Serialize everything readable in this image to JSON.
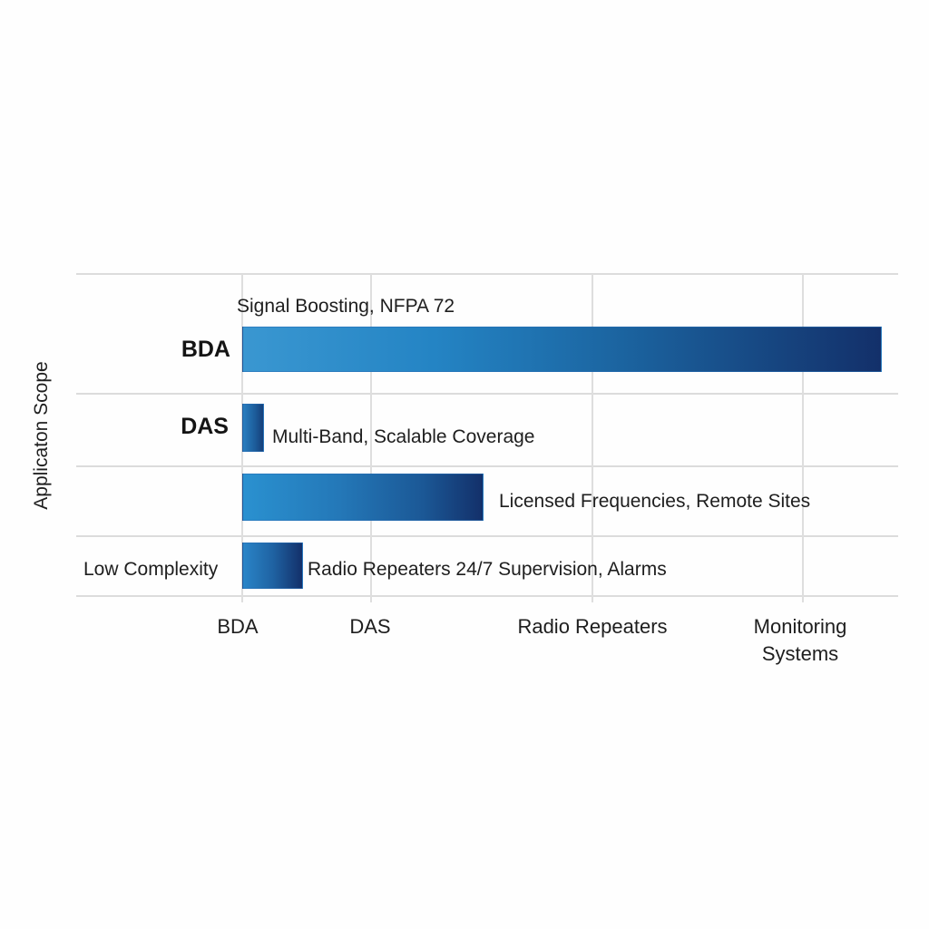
{
  "chart_data": {
    "type": "bar",
    "orientation": "horizontal",
    "title": "",
    "xlabel": "",
    "ylabel": "Applicaton Scope",
    "x_tick_labels": [
      "BDA",
      "DAS",
      "Radio Repeaters",
      "Monitoring Systems"
    ],
    "grid": true,
    "legend": null,
    "categories": [
      "BDA",
      "DAS",
      "Radio Repeaters",
      "Low Complexity"
    ],
    "values": [
      3.95,
      0.1,
      1.55,
      0.35
    ],
    "bars": [
      {
        "row_label": "BDA",
        "annotation": "Signal Boosting, NFPA 72",
        "relative_length": 1.0
      },
      {
        "row_label": "DAS",
        "annotation": "Multi-Band, Scalable Coverage",
        "relative_length": 0.033
      },
      {
        "row_label": "",
        "annotation": "Licensed Frequencies, Remote Sites",
        "relative_length": 0.376
      },
      {
        "row_label": "Low Complexity",
        "annotation": "Radio Repeaters  24/7 Supervision, Alarms",
        "relative_length": 0.094
      }
    ],
    "colors": {
      "bar_gradient_start": "#3a97d1",
      "bar_gradient_mid": "#1f6fae",
      "bar_gradient_end": "#13306a",
      "grid": "#dcdcdc"
    }
  },
  "y_axis": {
    "title": "Applicaton Scope"
  },
  "rows": [
    {
      "label": "BDA",
      "annotation": "Signal Boosting, NFPA 72"
    },
    {
      "label": "DAS",
      "annotation": "Multi-Band, Scalable Coverage"
    },
    {
      "label": "",
      "annotation": "Licensed Frequencies, Remote Sites"
    },
    {
      "label": "Low Complexity",
      "annotation": "Radio Repeaters  24/7 Supervision, Alarms"
    }
  ],
  "x_axis": {
    "ticks": [
      {
        "line1": "BDA",
        "line2": ""
      },
      {
        "line1": "DAS",
        "line2": ""
      },
      {
        "line1": "Radio Repeaters",
        "line2": ""
      },
      {
        "line1": "Monitoring",
        "line2": "Systems"
      }
    ]
  }
}
